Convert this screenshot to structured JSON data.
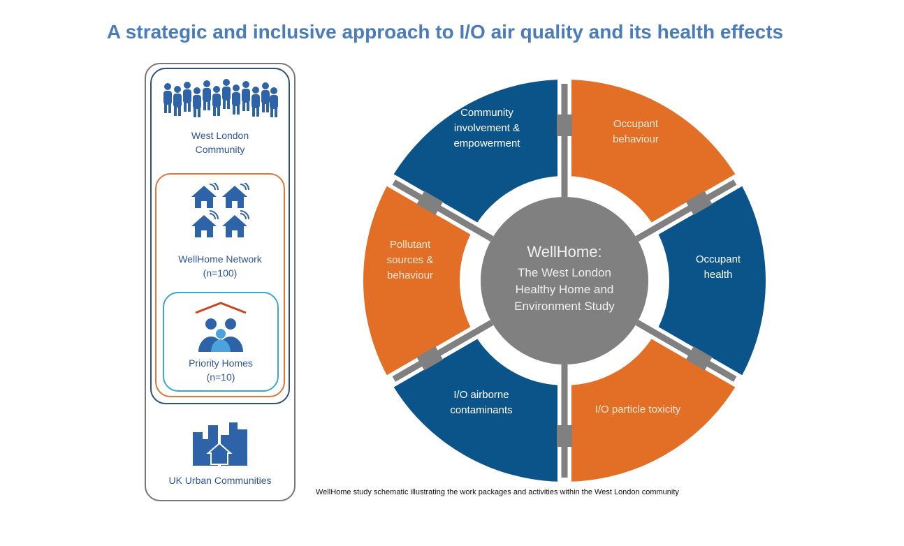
{
  "title": "A strategic and inclusive approach to I/O air quality and its health effects",
  "left_panel": {
    "community": "West London Community",
    "community_line1": "West London",
    "community_line2": "Community",
    "network_line1": "WellHome Network",
    "network_line2": "(n=100)",
    "priority_line1": "Priority Homes",
    "priority_line2": "(n=10)",
    "urban": "UK Urban Communities"
  },
  "wheel": {
    "center": [
      "WellHome:",
      "The West London",
      "Healthy Home and",
      "Environment Study"
    ],
    "segments": [
      {
        "lines": [
          "Community",
          "involvement &",
          "empowerment"
        ],
        "color": "#0b5489"
      },
      {
        "lines": [
          "Occupant",
          "behaviour"
        ],
        "color": "#e26f25"
      },
      {
        "lines": [
          "Occupant",
          "health"
        ],
        "color": "#0b5489"
      },
      {
        "lines": [
          "I/O particle toxicity"
        ],
        "color": "#e26f25"
      },
      {
        "lines": [
          "I/O airborne",
          "contaminants"
        ],
        "color": "#0b5489"
      },
      {
        "lines": [
          "Pollutant",
          "sources &",
          "behaviour"
        ],
        "color": "#e26f25"
      }
    ]
  },
  "caption": "WellHome study schematic illustrating the work packages and activities within the West London community"
}
